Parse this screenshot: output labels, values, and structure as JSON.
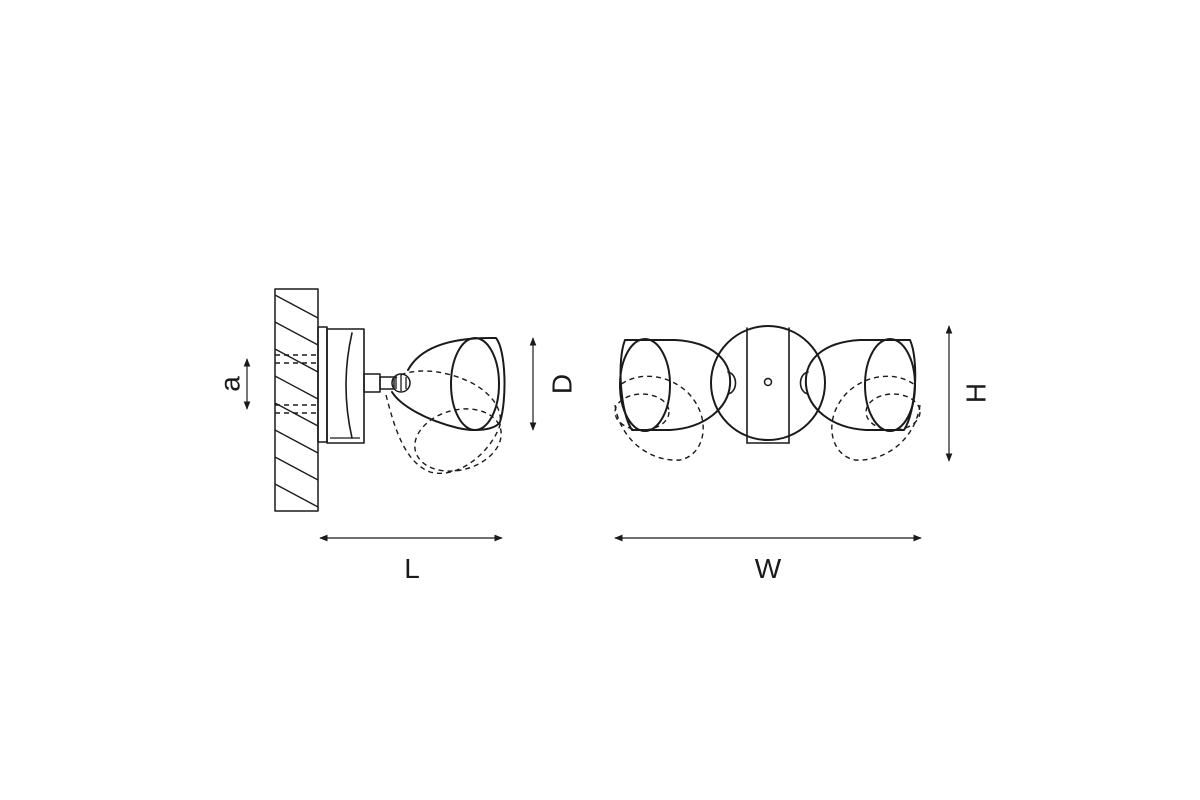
{
  "drawing": {
    "side_view": {
      "dim_a": "a",
      "dim_d": "D",
      "dim_l": "L"
    },
    "front_view": {
      "dim_w": "W",
      "dim_h": "H"
    }
  }
}
